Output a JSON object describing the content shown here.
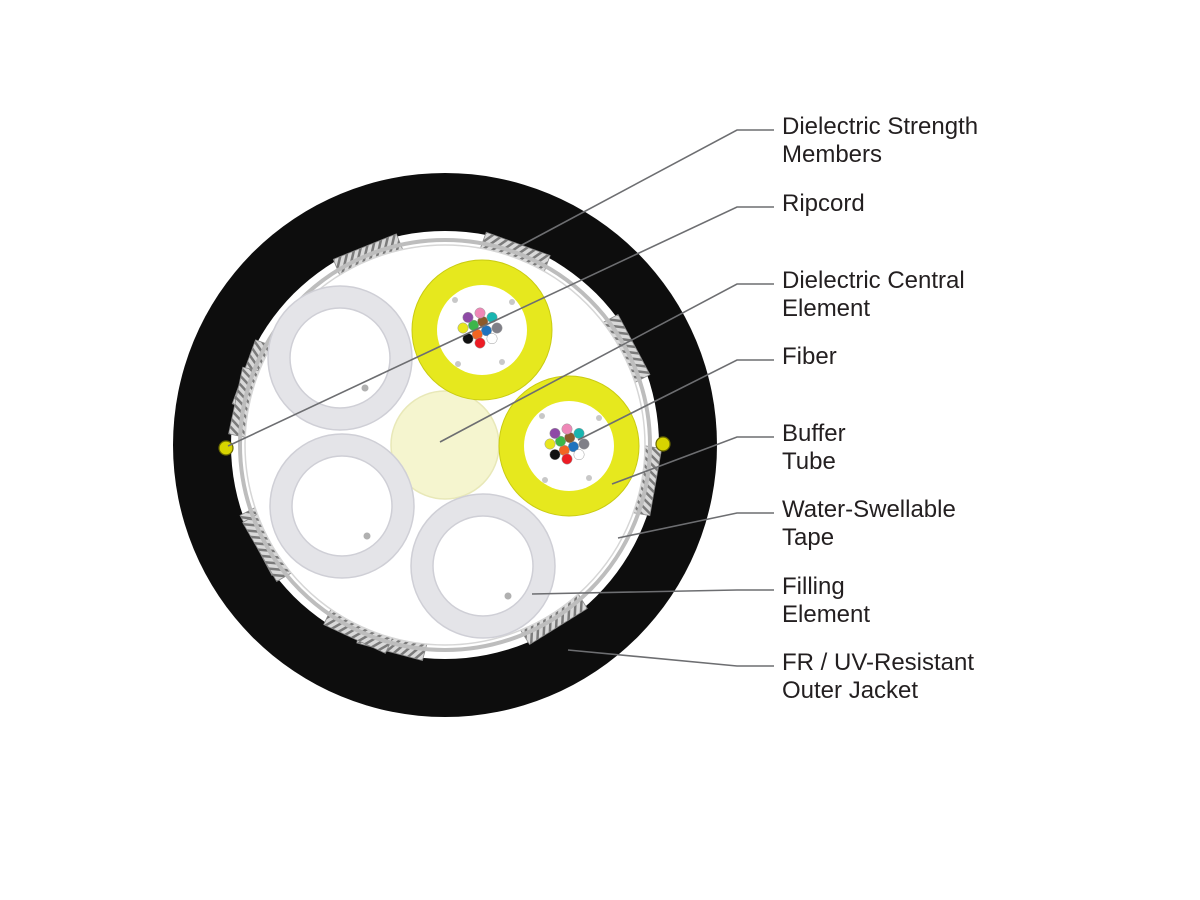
{
  "labels": [
    {
      "id": "strength-members",
      "lines": [
        "Dielectric Strength",
        "Members"
      ]
    },
    {
      "id": "ripcord",
      "lines": [
        "Ripcord"
      ]
    },
    {
      "id": "central-element",
      "lines": [
        "Dielectric Central",
        "Element"
      ]
    },
    {
      "id": "fiber",
      "lines": [
        "Fiber"
      ]
    },
    {
      "id": "buffer-tube",
      "lines": [
        "Buffer",
        "Tube"
      ]
    },
    {
      "id": "water-swellable-tape",
      "lines": [
        "Water-Swellable",
        "Tape"
      ]
    },
    {
      "id": "filling-element",
      "lines": [
        "Filling",
        "Element"
      ]
    },
    {
      "id": "outer-jacket",
      "lines": [
        "FR / UV-Resistant",
        "Outer Jacket"
      ]
    }
  ],
  "colors": {
    "jacket": "#0d0d0d",
    "buffer_tube": "#e6e81e",
    "filler": "#e4e4e8",
    "central_element": "#f5f5cf",
    "ripcord": "#d8d400",
    "strength_member": "#9a9a9a",
    "leader_line": "#6d6e71",
    "label_text": "#231f20"
  },
  "fiber_colors": [
    "#1e73be",
    "#f26522",
    "#3cb64a",
    "#8b5a2b",
    "#7f7f87",
    "#ffffff",
    "#ed1c24",
    "#111111",
    "#e8e61e",
    "#8e4aa6",
    "#ef87b7",
    "#19b5b0"
  ]
}
